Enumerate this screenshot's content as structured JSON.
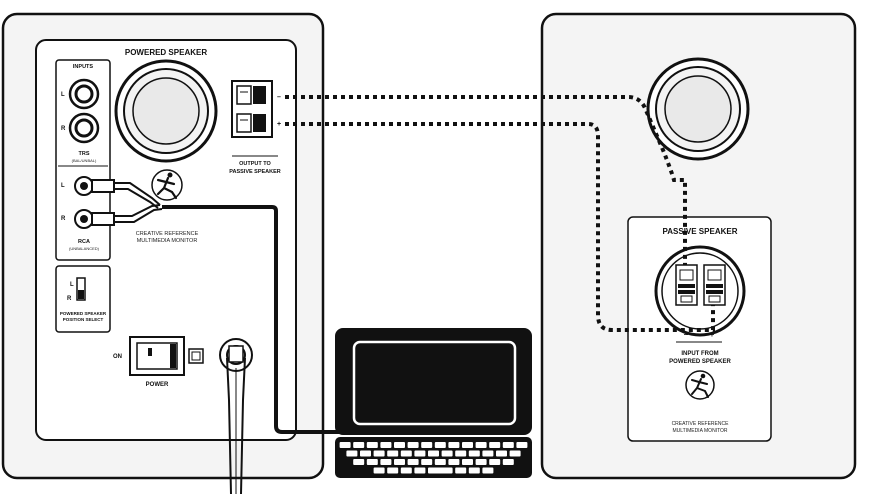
{
  "powered": {
    "title": "POWERED SPEAKER",
    "inputs_label": "INPUTS",
    "trs_label": "TRS",
    "trs_sub": "(BAL/UNBAL)",
    "rca_label": "RCA",
    "rca_sub": "(UNBALANCED)",
    "jack_l": "L",
    "jack_r": "R",
    "output_label_1": "OUTPUT TO",
    "output_label_2": "PASSIVE SPEAKER",
    "term_minus": "–",
    "term_plus": "+",
    "brand_1": "CREATIVE REFERENCE",
    "brand_2": "MULTIMEDIA MONITOR",
    "select_l": "L",
    "select_r": "R",
    "select_label_1": "POWERED SPEAKER",
    "select_label_2": "POSITION SELECT",
    "power_on": "ON",
    "power_label": "POWER"
  },
  "passive": {
    "title": "PASSIVE SPEAKER",
    "term_minus": "–",
    "term_plus": "+",
    "input_label_1": "INPUT FROM",
    "input_label_2": "POWERED SPEAKER",
    "brand_1": "CREATIVE REFERENCE",
    "brand_2": "MULTIMEDIA MONITOR"
  },
  "icons": {
    "logo": "running-man-logo-icon",
    "laptop": "laptop-icon"
  },
  "colors": {
    "line": "#111111",
    "panel_fill": "#ffffff",
    "panel_shade": "#f2f2f2",
    "screen": "#111111"
  }
}
